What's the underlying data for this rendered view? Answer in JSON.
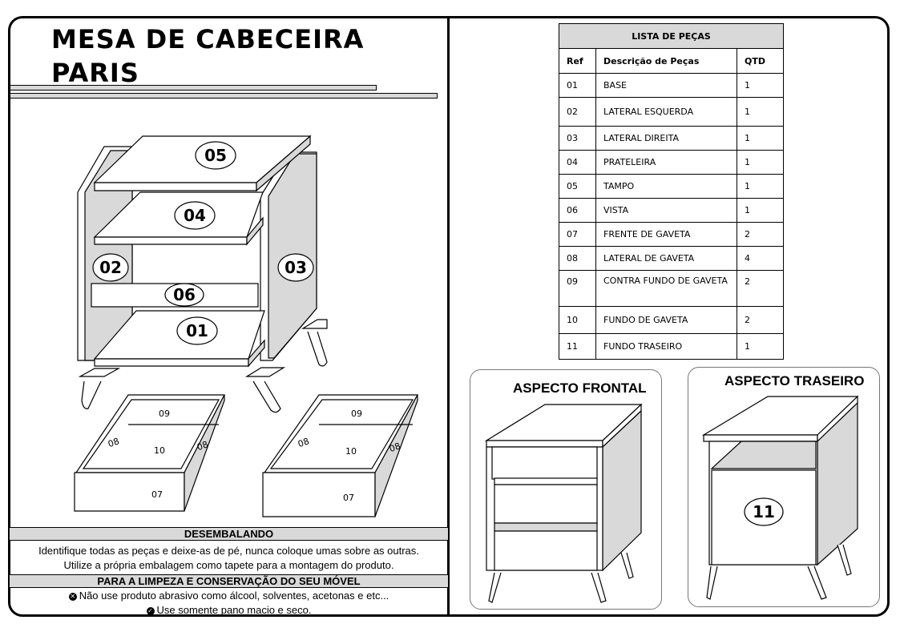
{
  "title": "MESA DE CABECEIRA\nPARIS",
  "exploded_labels": {
    "tampo": "05",
    "prateleira": "04",
    "lateral_esquerda": "02",
    "lateral_direita": "03",
    "vista": "06",
    "base": "01"
  },
  "drawer_labels": {
    "contra_fundo": "09",
    "lateral": "08",
    "fundo": "10",
    "frente": "07"
  },
  "sections": {
    "unpack_title": "DESEMBALANDO",
    "unpack_line1": "Identifique todas as peças e deixe-as de pé, nunca coloque umas sobre as outras.",
    "unpack_line2": "Utilize a própria embalagem como tapete para a montagem do produto.",
    "care_title": "PARA A LIMPEZA E CONSERVAÇÃO DO SEU MÓVEL",
    "care_line1": "Não use produto abrasivo como álcool, solventes, acetonas e etc...",
    "care_line2": "Use somente pano macio e seco.",
    "care_icon1": "x-circle-icon",
    "care_icon2": "check-circle-icon"
  },
  "parts_table": {
    "caption": "LISTA DE PEÇAS",
    "headers": [
      "Ref",
      "Descrição de Peças",
      "QTD"
    ],
    "rows": [
      [
        "01",
        "BASE",
        "1"
      ],
      [
        "02",
        "LATERAL ESQUERDA",
        "1"
      ],
      [
        "03",
        "LATERAL DIREITA",
        "1"
      ],
      [
        "04",
        "PRATELEIRA",
        "1"
      ],
      [
        "05",
        "TAMPO",
        "1"
      ],
      [
        "06",
        "VISTA",
        "1"
      ],
      [
        "07",
        "FRENTE DE GAVETA",
        "2"
      ],
      [
        "08",
        "LATERAL DE GAVETA",
        "4"
      ],
      [
        "09",
        "CONTRA FUNDO DE GAVETA",
        "2"
      ],
      [
        "10",
        "FUNDO DE GAVETA",
        "2"
      ],
      [
        "11",
        "FUNDO TRASEIRO",
        "1"
      ]
    ]
  },
  "front_view_title": "ASPECTO FRONTAL",
  "back_view_title": "ASPECTO TRASEIRO",
  "back_label": "11"
}
